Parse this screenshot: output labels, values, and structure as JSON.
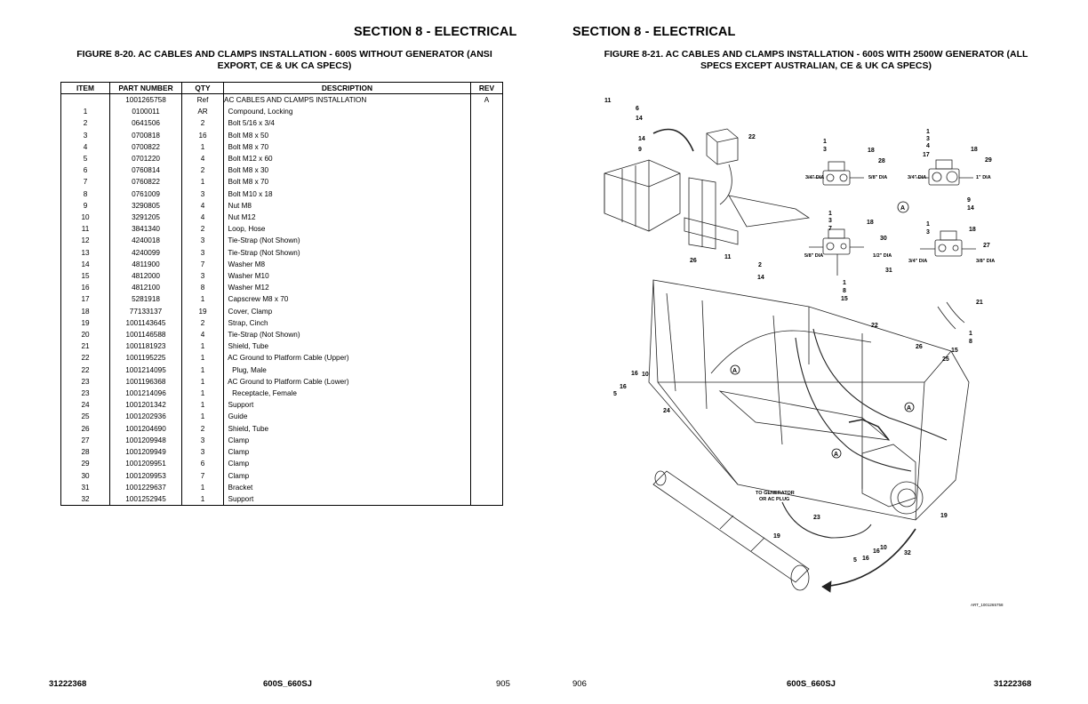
{
  "left_page": {
    "section_title": "SECTION 8 - ELECTRICAL",
    "figure_title_line1": "FIGURE 8-20. AC CABLES AND CLAMPS INSTALLATION - 600S WITHOUT GENERATOR (ANSI",
    "figure_title_line2": "EXPORT, CE & UK CA SPECS)",
    "table": {
      "headers": [
        "ITEM",
        "PART NUMBER",
        "QTY",
        "DESCRIPTION",
        "REV"
      ],
      "rows": [
        [
          "",
          "1001265758",
          "Ref",
          "AC CABLES AND CLAMPS INSTALLATION",
          "A"
        ],
        [
          "1",
          "0100011",
          "AR",
          "  Compound, Locking",
          ""
        ],
        [
          "2",
          "0641506",
          "2",
          "  Bolt 5/16 x 3/4",
          ""
        ],
        [
          "3",
          "0700818",
          "16",
          "  Bolt M8 x 50",
          ""
        ],
        [
          "4",
          "0700822",
          "1",
          "  Bolt M8 x 70",
          ""
        ],
        [
          "5",
          "0701220",
          "4",
          "  Bolt M12 x 60",
          ""
        ],
        [
          "6",
          "0760814",
          "2",
          "  Bolt M8 x 30",
          ""
        ],
        [
          "7",
          "0760822",
          "1",
          "  Bolt M8 x 70",
          ""
        ],
        [
          "8",
          "0761009",
          "3",
          "  Bolt M10 x 18",
          ""
        ],
        [
          "9",
          "3290805",
          "4",
          "  Nut M8",
          ""
        ],
        [
          "10",
          "3291205",
          "4",
          "  Nut M12",
          ""
        ],
        [
          "11",
          "3841340",
          "2",
          "  Loop, Hose",
          ""
        ],
        [
          "12",
          "4240018",
          "3",
          "  Tie-Strap (Not Shown)",
          ""
        ],
        [
          "13",
          "4240099",
          "3",
          "  Tie-Strap (Not Shown)",
          ""
        ],
        [
          "14",
          "4811900",
          "7",
          "  Washer M8",
          ""
        ],
        [
          "15",
          "4812000",
          "3",
          "  Washer M10",
          ""
        ],
        [
          "16",
          "4812100",
          "8",
          "  Washer M12",
          ""
        ],
        [
          "17",
          "5281918",
          "1",
          "  Capscrew M8 x 70",
          ""
        ],
        [
          "18",
          "77133137",
          "19",
          "  Cover, Clamp",
          ""
        ],
        [
          "19",
          "1001143645",
          "2",
          "  Strap, Cinch",
          ""
        ],
        [
          "20",
          "1001146588",
          "4",
          "  Tie-Strap (Not Shown)",
          ""
        ],
        [
          "21",
          "1001181923",
          "1",
          "  Shield, Tube",
          ""
        ],
        [
          "22",
          "1001195225",
          "1",
          "  AC Ground to Platform Cable (Upper)",
          ""
        ],
        [
          "22",
          "1001214095",
          "1",
          "    Plug, Male",
          ""
        ],
        [
          "23",
          "1001196368",
          "1",
          "  AC Ground to Platform Cable (Lower)",
          ""
        ],
        [
          "23",
          "1001214096",
          "1",
          "    Receptacle, Female",
          ""
        ],
        [
          "24",
          "1001201342",
          "1",
          "  Support",
          ""
        ],
        [
          "25",
          "1001202936",
          "1",
          "  Guide",
          ""
        ],
        [
          "26",
          "1001204690",
          "2",
          "  Shield, Tube",
          ""
        ],
        [
          "27",
          "1001209948",
          "3",
          "  Clamp",
          ""
        ],
        [
          "28",
          "1001209949",
          "3",
          "  Clamp",
          ""
        ],
        [
          "29",
          "1001209951",
          "6",
          "  Clamp",
          ""
        ],
        [
          "30",
          "1001209953",
          "7",
          "  Clamp",
          ""
        ],
        [
          "31",
          "1001229637",
          "1",
          "  Bracket",
          ""
        ],
        [
          "32",
          "1001252945",
          "1",
          "  Support",
          ""
        ]
      ]
    },
    "footer_doc": "31222368",
    "footer_model": "600S_660SJ",
    "footer_page": "905"
  },
  "right_page": {
    "section_title": "SECTION 8 - ELECTRICAL",
    "figure_title_line1": "FIGURE 8-21. AC CABLES AND CLAMPS INSTALLATION - 600S WITH 2500W GENERATOR (ALL",
    "figure_title_line2": "SPECS EXCEPT AUSTRALIAN, CE & UK CA SPECS)",
    "drawing": {
      "dia_labels": [
        "3/4\" DIA",
        "5/8\" DIA",
        "3/4\" DIA",
        "1\" DIA",
        "5/8\" DIA",
        "1/2\" DIA",
        "3/4\" DIA",
        "3/8\" DIA"
      ],
      "detail_letter": "A",
      "generator_note_line1": "TO GENERATOR",
      "generator_note_line2": "OR AC PLUG",
      "art_id": "ART_1001265758"
    },
    "footer_page": "906",
    "footer_model": "600S_660SJ",
    "footer_doc": "31222368"
  }
}
